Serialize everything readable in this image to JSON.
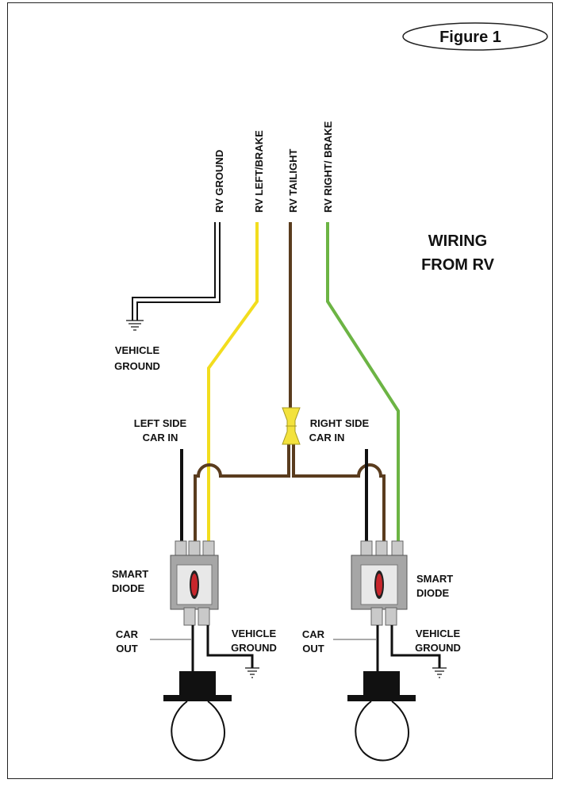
{
  "figure_label": "Figure 1",
  "title_line1": "WIRING",
  "title_line2": "FROM RV",
  "wires": {
    "rv_ground": "RV GROUND",
    "rv_left_brake": "RV LEFT/BRAKE",
    "rv_tailight": "RV TAILIGHT",
    "rv_right_brake": "RV RIGHT/ BRAKE"
  },
  "labels": {
    "vehicle_ground_top_1": "VEHICLE",
    "vehicle_ground_top_2": "GROUND",
    "left_car_in_1": "LEFT SIDE",
    "left_car_in_2": "CAR IN",
    "right_car_in_1": "RIGHT SIDE",
    "right_car_in_2": "CAR IN",
    "smart_diode_1": "SMART",
    "smart_diode_2": "DIODE",
    "car_out_1": "CAR",
    "car_out_2": "OUT",
    "vehicle_ground_1": "VEHICLE",
    "vehicle_ground_2": "GROUND"
  },
  "colors": {
    "ground_wire": "#ffffff",
    "left_brake_wire": "#f2dd1e",
    "tailight_wire": "#5a3c1e",
    "right_brake_wire": "#6cb444",
    "car_in_wire": "#111111",
    "diode_body": "#b8b8b8",
    "connector_yellow": "#f3e23c"
  }
}
